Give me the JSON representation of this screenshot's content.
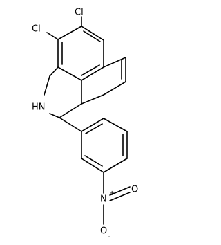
{
  "molecule": {
    "labels": {
      "cl_top": "Cl",
      "cl_left": "Cl",
      "nh": "HN",
      "nitro_n": "N",
      "nitro_n_charge": "+",
      "nitro_o_top": "O",
      "nitro_o_bottom": "O",
      "nitro_o_charge": "-"
    }
  }
}
